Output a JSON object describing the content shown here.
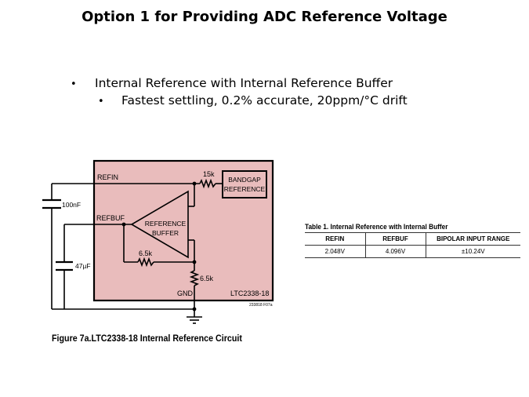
{
  "title": "Option 1 for Providing ADC Reference Voltage",
  "bullets": {
    "level1": "Internal Reference with Internal Reference Buffer",
    "level2": "Fastest settling, 0.2% accurate, 20ppm/°C drift"
  },
  "schematic": {
    "chip_name": "LTC2338-18",
    "pins": {
      "refin": "REFIN",
      "refbuf": "REFBUF",
      "gnd": "GND"
    },
    "bandgap": {
      "line1": "BANDGAP",
      "line2": "REFERENCE"
    },
    "buffer": {
      "line1": "REFERENCE",
      "line2": "BUFFER"
    },
    "resistors": {
      "r_refin": "15k",
      "r_feedback": "6.5k",
      "r_gnd": "6.5k"
    },
    "capacitors": {
      "c_refin": "100nF",
      "c_refbuf": "47µF"
    },
    "figure_code": "233818 F07a",
    "caption": "Figure 7a.LTC2338-18 Internal Reference Circuit",
    "colors": {
      "chip_fill": "#e9bcbc",
      "line": "#000000"
    }
  },
  "table": {
    "caption": "Table 1. Internal Reference with Internal Buffer",
    "headers": [
      "REFIN",
      "REFBUF",
      "BIPOLAR INPUT RANGE"
    ],
    "rows": [
      [
        "2.048V",
        "4.096V",
        "±10.24V"
      ]
    ]
  }
}
